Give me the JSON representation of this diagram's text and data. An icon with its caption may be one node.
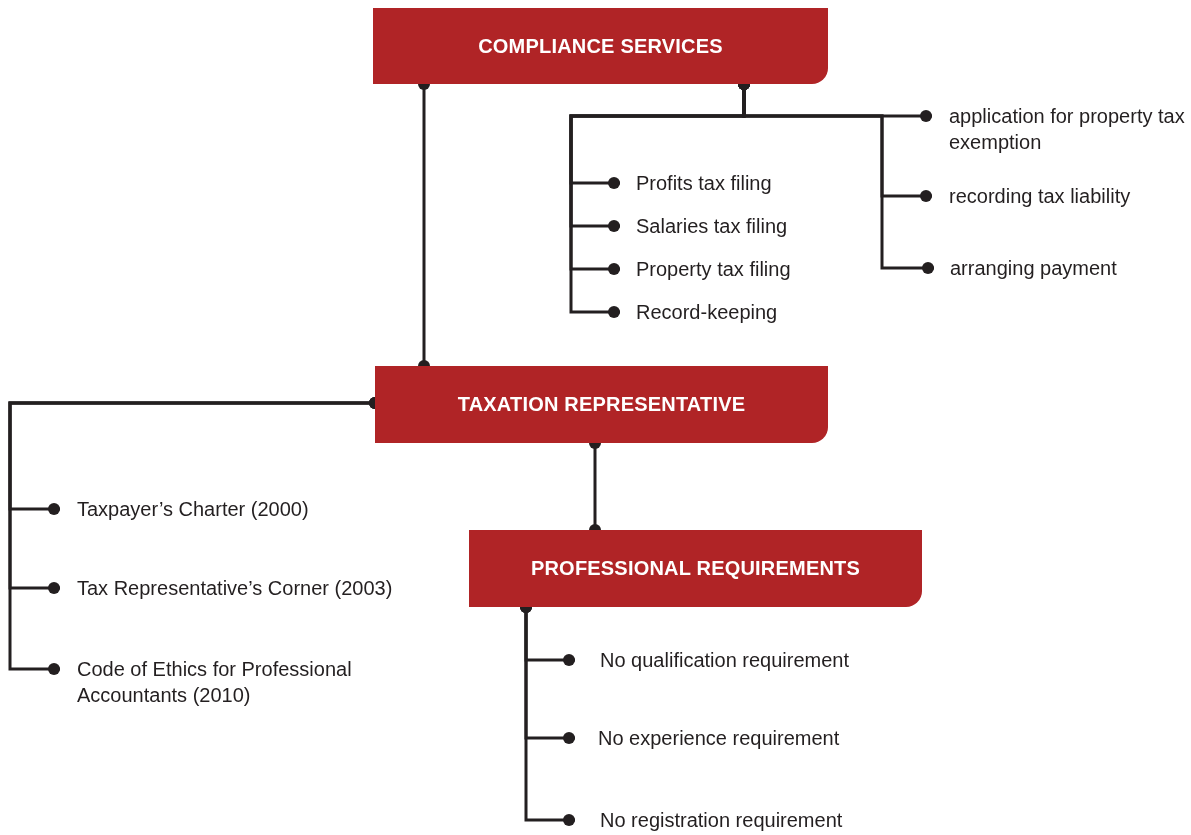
{
  "diagram": {
    "nodes": [
      {
        "text": [
          "COMPLIANCE SERVICES"
        ]
      },
      {
        "text": [
          "Profits tax filing"
        ]
      },
      {
        "text": [
          "Salaries tax filing"
        ]
      },
      {
        "text": [
          "Property tax filing"
        ]
      },
      {
        "text": [
          "Record-keeping"
        ]
      },
      {
        "text": [
          "application for property tax exemption"
        ]
      },
      {
        "text": [
          "recording tax liability"
        ]
      },
      {
        "text": [
          "arranging payment"
        ]
      },
      {
        "text": [
          "TAXATION REPRESENTATIVE"
        ]
      },
      {
        "text": [
          "Taxpayer’s Charter (2000)"
        ]
      },
      {
        "text": [
          "Tax Representative’s Corner (2003)"
        ]
      },
      {
        "text": [
          "Code of Ethics for Professional Accountants (2010)"
        ]
      },
      {
        "text": [
          "PROFESSIONAL REQUIREMENTS"
        ]
      },
      {
        "text": [
          "No qualification requirement"
        ]
      },
      {
        "text": [
          "No experience requirement"
        ]
      },
      {
        "text": [
          "No registration requirement"
        ]
      }
    ],
    "edges": [
      {
        "from": 0,
        "to": 8,
        "arrow": "other"
      },
      {
        "from": 0,
        "to": 1,
        "arrow": "other"
      },
      {
        "from": 0,
        "to": 2,
        "arrow": "other"
      },
      {
        "from": 0,
        "to": 3,
        "arrow": "other"
      },
      {
        "from": 0,
        "to": 4,
        "arrow": "other"
      },
      {
        "from": 0,
        "to": 5,
        "arrow": "other"
      },
      {
        "from": 0,
        "to": 6,
        "arrow": "other"
      },
      {
        "from": 0,
        "to": 7,
        "arrow": "other"
      },
      {
        "from": 8,
        "to": 9,
        "arrow": "other"
      },
      {
        "from": 8,
        "to": 10,
        "arrow": "other"
      },
      {
        "from": 8,
        "to": 11,
        "arrow": "other"
      },
      {
        "from": 8,
        "to": 12,
        "arrow": "other"
      },
      {
        "from": 12,
        "to": 13,
        "arrow": "other"
      },
      {
        "from": 12,
        "to": 14,
        "arrow": "other"
      },
      {
        "from": 12,
        "to": 15,
        "arrow": "other"
      }
    ]
  }
}
